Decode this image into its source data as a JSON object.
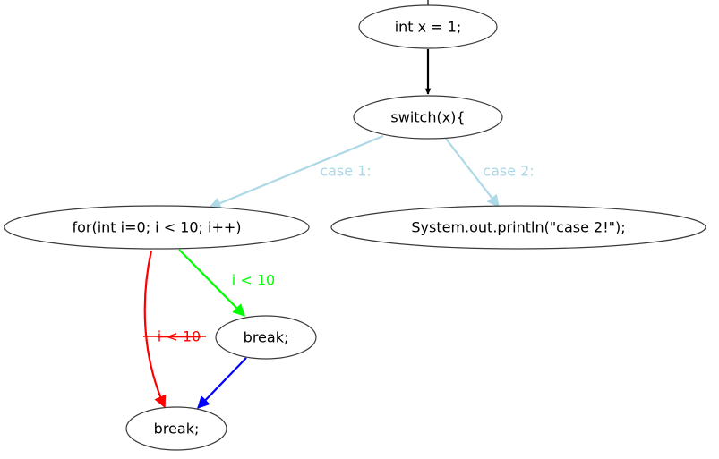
{
  "nodes": {
    "n1": {
      "label": "int x = 1;"
    },
    "n2": {
      "label": "switch(x){"
    },
    "n3": {
      "label": "for(int i=0; i < 10; i++)"
    },
    "n4": {
      "label": "System.out.println(\"case 2!\");"
    },
    "n5": {
      "label": "break;"
    },
    "n6": {
      "label": "break;"
    }
  },
  "edges": {
    "e1": {
      "label": "",
      "color": "#000000"
    },
    "e2": {
      "label": "case 1:",
      "color": "#add8e6"
    },
    "e3": {
      "label": "case 2:",
      "color": "#add8e6"
    },
    "e4": {
      "label": "i < 10",
      "color": "#00ff00"
    },
    "e5": {
      "label": "i < 10",
      "color": "#ff0000",
      "strikethrough": true
    },
    "e6": {
      "label": "",
      "color": "#0000ff"
    }
  }
}
